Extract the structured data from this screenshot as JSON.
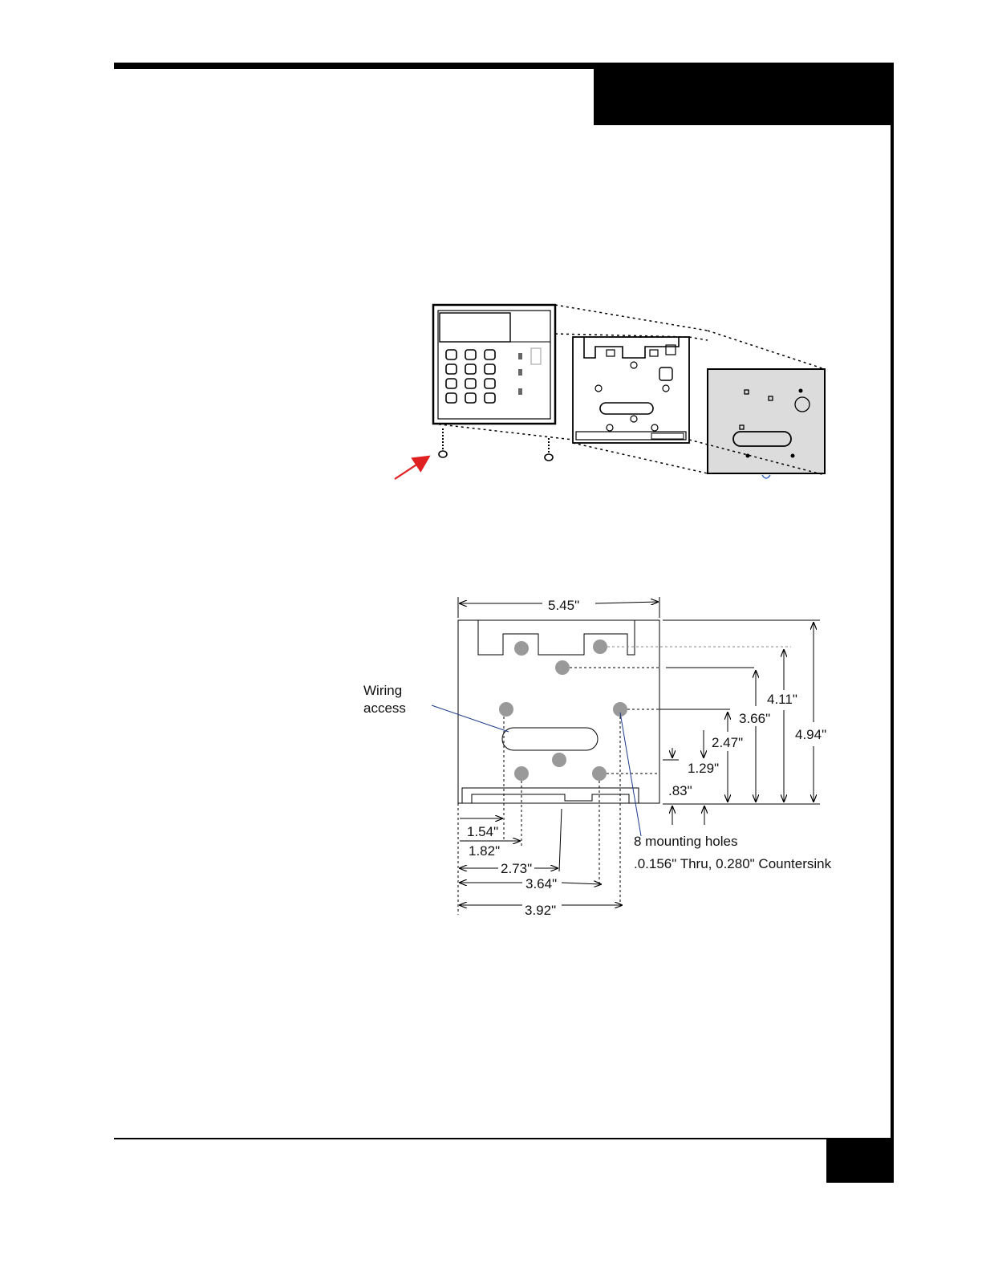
{
  "diagram": {
    "wiring_label_line1": "Wiring",
    "wiring_label_line2": "access",
    "dims": {
      "width_545": "5.45\"",
      "h_411": "4.11\"",
      "h_366": "3.66\"",
      "h_247": "2.47\"",
      "h_129": "1.29\"",
      "h_083": ".83\"",
      "h_494": "4.94\"",
      "w_154": "1.54\"",
      "w_182": "1.82\"",
      "w_273": "2.73\"",
      "w_364": "3.64\"",
      "w_392": "3.92\""
    },
    "holes_label": "8 mounting holes",
    "holes_spec": ".0.156\" Thru, 0.280\" Countersink"
  },
  "colors": {
    "arrow": "#e02020",
    "hole": "#999999",
    "panel_fill": "#dcdcdc"
  }
}
